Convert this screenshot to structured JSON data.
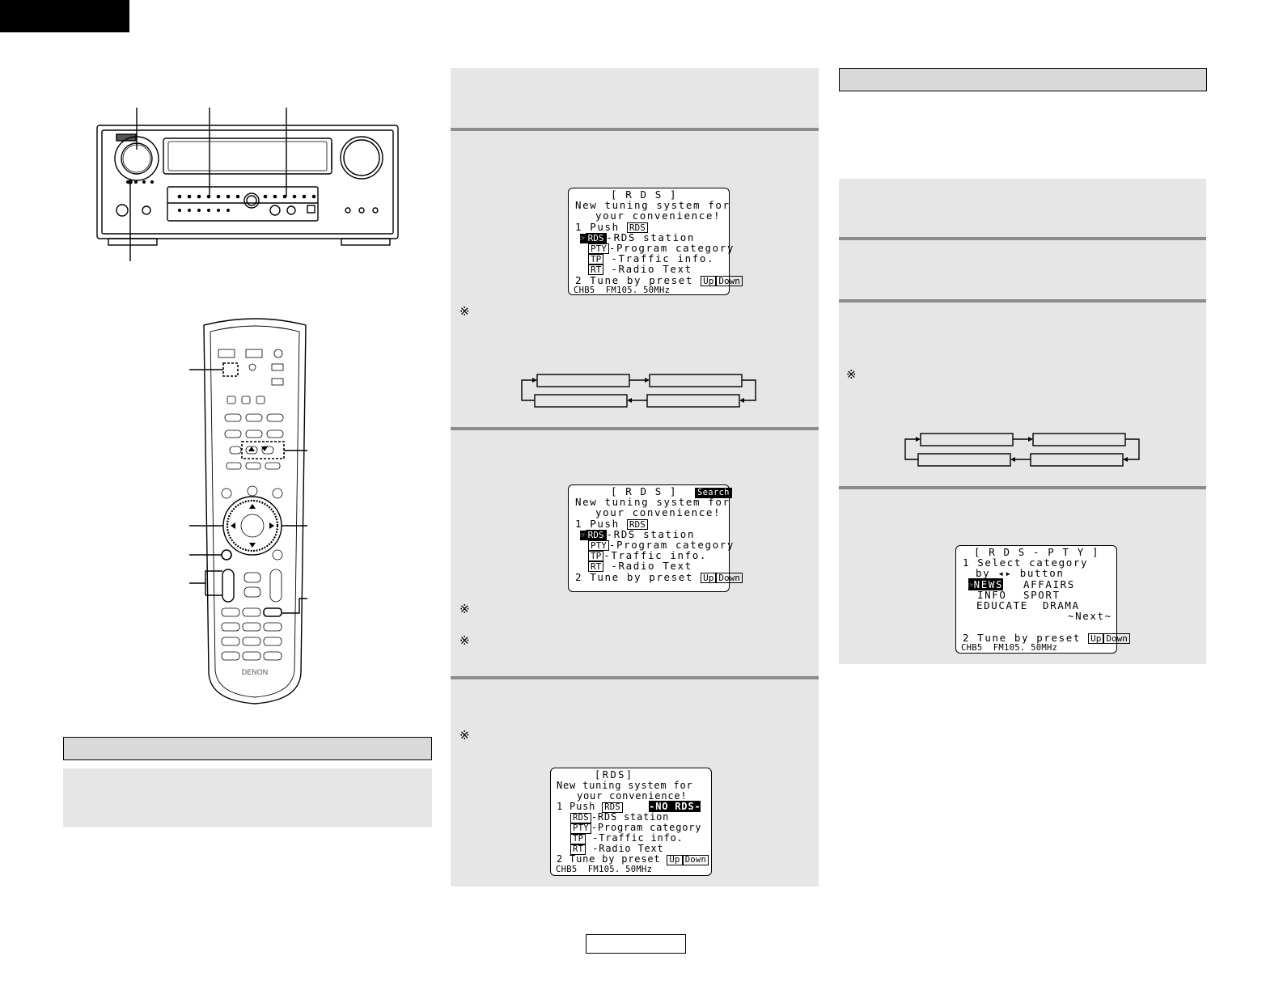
{
  "osd1": {
    "title": "[ R D S ]",
    "line1": "New tuning system for",
    "line2": "your convenience!",
    "push": "1 Push",
    "rds_key": "RDS",
    "rds_station": "-RDS station",
    "pty_key": "PTY",
    "pty_text": "-Program category",
    "tp_key": "TP",
    "tp_text": "-Traffic info.",
    "rt_key": "RT",
    "rt_text": "-Radio Text",
    "tune": "2 Tune by preset",
    "up": "Up",
    "down": "Down",
    "cursor": "☞",
    "freq": "CHB5  FM105. 50MHz"
  },
  "osd2": {
    "title": "[ R D S ]",
    "search": "Search",
    "line1": "New tuning system for",
    "line2": "your convenience!",
    "push": "1 Push",
    "rds_key": "RDS",
    "rds_station": "-RDS station",
    "pty_key": "PTY",
    "pty_text": "-Program category",
    "tp_key": "TP",
    "tp_text": "-Traffic info.",
    "rt_key": "RT",
    "rt_text": "-Radio Text",
    "tune": "2 Tune by preset",
    "up": "Up",
    "down": "Down",
    "cursor": "☞"
  },
  "osd3": {
    "title": "[RDS]",
    "line1": "New tuning system for",
    "line2": "your convenience!",
    "push": "1 Push",
    "rds_key": "RDS",
    "no_rds": "-NO RDS-",
    "rds_station": "-RDS station",
    "pty_key": "PTY",
    "pty_text": "-Program category",
    "tp_key": "TP",
    "tp_text": " -Traffic info.",
    "rt_key": "RT",
    "rt_text": " -Radio Text",
    "tune": "2 Tune by preset",
    "up": "Up",
    "down": "Down",
    "freq": "CHB5  FM105. 50MHz"
  },
  "osd4": {
    "title": "[ R D S - P T Y ]",
    "line1": "1 Select category",
    "line2": "by ◂▸ button",
    "cursor": "☞",
    "cat1": "NEWS",
    "cat2": "AFFAIRS",
    "cat3": "INFO",
    "cat4": "SPORT",
    "cat5": "EDUCATE",
    "cat6": "DRAMA",
    "next": "~Next~",
    "tune": "2 Tune by preset",
    "up": "Up",
    "down": "Down",
    "freq": "CHB5  FM105. 50MHz"
  },
  "notes": {
    "mark": "※"
  },
  "remote": {
    "brand": "DENON"
  },
  "colors": {
    "panel_gray": "#e6e6e6",
    "rule_gray": "#8c8c8c",
    "header_gray": "#d9d9d9"
  }
}
